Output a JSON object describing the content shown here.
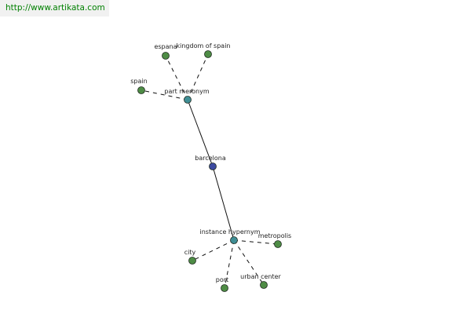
{
  "source_url": "http://www.artikata.com",
  "colors": {
    "center": "#3c4aa0",
    "relation": "#3f8e95",
    "leaf": "#4e8c45",
    "stroke": "#1f2a1f",
    "edge": "#111111",
    "url_text": "#008000"
  },
  "nodes": [
    {
      "id": "barcelona",
      "label": "barcelona",
      "kind": "center"
    },
    {
      "id": "part_meronym",
      "label": "part meronym",
      "kind": "relation"
    },
    {
      "id": "instance_hypernym",
      "label": "instance hypernym",
      "kind": "relation"
    },
    {
      "id": "espana",
      "label": "espana",
      "kind": "leaf"
    },
    {
      "id": "kingdom_of_spain",
      "label": "kingdom of spain",
      "kind": "leaf"
    },
    {
      "id": "spain",
      "label": "spain",
      "kind": "leaf"
    },
    {
      "id": "metropolis",
      "label": "metropolis",
      "kind": "leaf"
    },
    {
      "id": "city",
      "label": "city",
      "kind": "leaf"
    },
    {
      "id": "port",
      "label": "port",
      "kind": "leaf"
    },
    {
      "id": "urban_center",
      "label": "urban center",
      "kind": "leaf"
    }
  ],
  "edges": [
    {
      "from": "barcelona",
      "to": "part_meronym",
      "style": "solid"
    },
    {
      "from": "barcelona",
      "to": "instance_hypernym",
      "style": "solid"
    },
    {
      "from": "part_meronym",
      "to": "espana",
      "style": "dashed"
    },
    {
      "from": "part_meronym",
      "to": "kingdom_of_spain",
      "style": "dashed"
    },
    {
      "from": "part_meronym",
      "to": "spain",
      "style": "dashed"
    },
    {
      "from": "instance_hypernym",
      "to": "metropolis",
      "style": "dashed"
    },
    {
      "from": "instance_hypernym",
      "to": "city",
      "style": "dashed"
    },
    {
      "from": "instance_hypernym",
      "to": "port",
      "style": "dashed"
    },
    {
      "from": "instance_hypernym",
      "to": "urban_center",
      "style": "dashed"
    }
  ]
}
